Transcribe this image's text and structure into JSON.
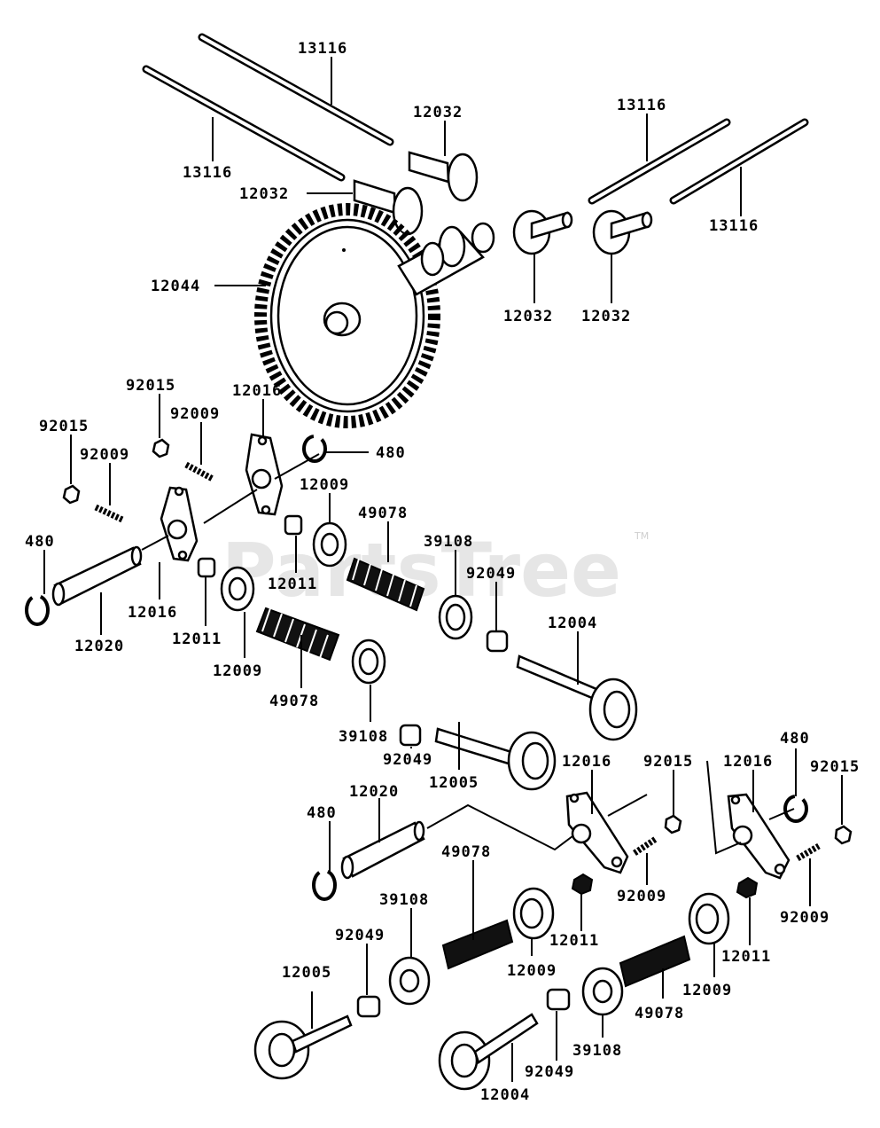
{
  "watermark": {
    "text": "PartsTree",
    "trademark": "TM"
  },
  "labels": {
    "l_13116_a": "13116",
    "l_13116_b": "13116",
    "l_13116_c": "13116",
    "l_13116_d": "13116",
    "l_12032_a": "12032",
    "l_12032_b": "12032",
    "l_12032_c": "12032",
    "l_12032_d": "12032",
    "l_12044": "12044",
    "l_92015_a": "92015",
    "l_92015_b": "92015",
    "l_92015_c": "92015",
    "l_92015_d": "92015",
    "l_92009_a": "92009",
    "l_92009_b": "92009",
    "l_92009_c": "92009",
    "l_92009_d": "92009",
    "l_12016_a": "12016",
    "l_12016_b": "12016",
    "l_12016_c": "12016",
    "l_12016_d": "12016",
    "l_480_a": "480",
    "l_480_b": "480",
    "l_480_c": "480",
    "l_480_d": "480",
    "l_12009_a": "12009",
    "l_12009_b": "12009",
    "l_12009_c": "12009",
    "l_12009_d": "12009",
    "l_49078_a": "49078",
    "l_49078_b": "49078",
    "l_49078_c": "49078",
    "l_49078_d": "49078",
    "l_39108_a": "39108",
    "l_39108_b": "39108",
    "l_39108_c": "39108",
    "l_39108_d": "39108",
    "l_92049_a": "92049",
    "l_92049_b": "92049",
    "l_92049_c": "92049",
    "l_92049_d": "92049",
    "l_12011_a": "12011",
    "l_12011_b": "12011",
    "l_12011_c": "12011",
    "l_12011_d": "12011",
    "l_12020_a": "12020",
    "l_12020_b": "12020",
    "l_12004_a": "12004",
    "l_12004_b": "12004",
    "l_12005_a": "12005",
    "l_12005_b": "12005"
  }
}
